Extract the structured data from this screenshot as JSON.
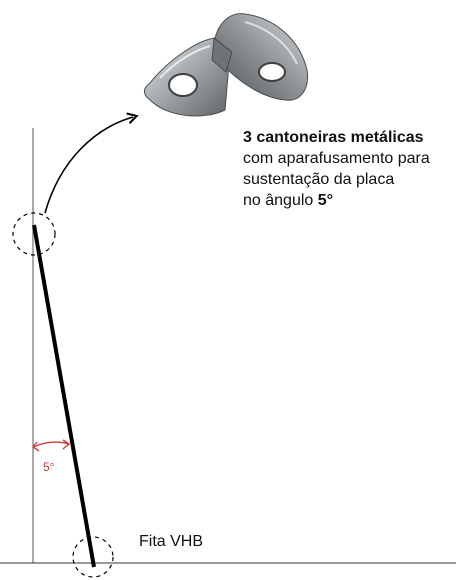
{
  "bracket": {
    "line1": "3 cantoneiras metálicas",
    "line2": "com aparafusamento para",
    "line3": "sustentação da placa",
    "line4_prefix": "no ângulo ",
    "line4_angle": "5°"
  },
  "angle_label": "5°",
  "tape_label": "Fita VHB",
  "colors": {
    "angle": "#d23a3a",
    "line": "#000000",
    "bracket_metal": "#a8acae"
  },
  "icons": [
    "metal-corner-bracket-icon",
    "arrow-icon"
  ]
}
